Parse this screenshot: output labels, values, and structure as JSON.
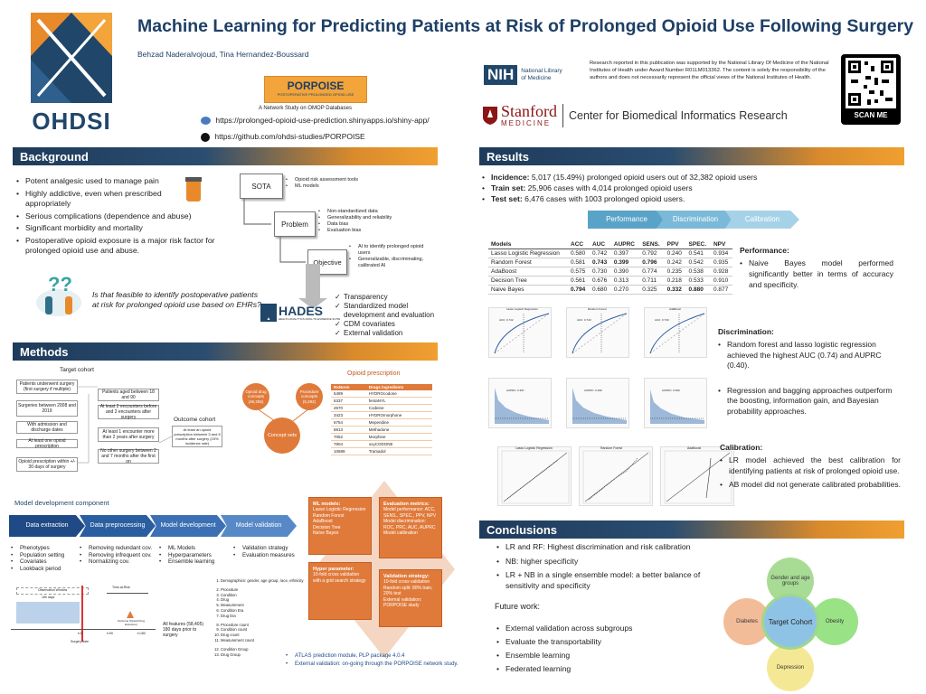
{
  "title": "Machine Learning for Predicting Patients at Risk of Prolonged Opioid Use Following Surgery",
  "authors": "Behzad Naderalvojoud, Tina Hernandez-Boussard",
  "logo_text": "OHDSI",
  "porpoise": {
    "name": "PORPOISE",
    "sub": "POSTOPERATIVE PROLONGED OPIOID USE",
    "caption": "A Network Study on OMOP Databases",
    "url1": "https://prolonged-opioid-use-prediction.shinyapps.io/shiny-app/",
    "url2": "https://github.com/ohdsi-studies/PORPOISE"
  },
  "nih": {
    "abbr": "NIH",
    "name1": "National Library",
    "name2": "of Medicine"
  },
  "funding": "Research reported in this publication was supported by the National Library Of Medicine of the National Institutes of Health under Award Number R01LM013362. The content is solely the responsibility of the authors and does not necessarily represent the official views of the National Institutes of Health.",
  "scan": "SCAN ME",
  "stanford": {
    "name": "Stanford",
    "medicine": "MEDICINE",
    "center": "Center for Biomedical Informatics Research"
  },
  "background": {
    "heading": "Background",
    "bullets": [
      "Potent analgesic used to manage pain",
      "Highly addictive, even when prescribed appropriately",
      "Serious complications (dependence and abuse)",
      "Significant morbidity and mortality",
      "Postoperative opioid exposure is a major risk factor for prolonged opioid use and abuse."
    ],
    "sota": "SOTA",
    "sota_items": [
      "Opioid risk assessment tools",
      "ML models"
    ],
    "problem": "Problem",
    "problem_items": [
      "Non-standardized data",
      "Generalizability and reliability",
      "Data bias",
      "Evaluation bias"
    ],
    "objective": "Objective",
    "objective_items": [
      "AI to identify prolonged opioid users",
      "Generalizable, discriminating, calibrated AI"
    ],
    "question": "Is that feasible to identify postoperative patients at risk for prolonged opioid use based on EHRs?",
    "hades": "HADES",
    "hades_sub": "HEALTH ANALYTICS DATA-TO-EVIDENCE SUITE",
    "checks": [
      "Transparency",
      "Standardized model development and evaluation",
      "CDM covariates",
      "External validation"
    ]
  },
  "methods": {
    "heading": "Methods",
    "target_cohort": "Target cohort",
    "tc": [
      "Patients underwent surgery (first surgery if multiple)",
      "Surgeries between 2008 and 2019",
      "With admission and discharge dates",
      "At least one opioid prescription",
      "Opioid prescription within +/- 30 days of surgery"
    ],
    "tc2": [
      "Patients aged between 18 and 90",
      "At least 2 encounters before and 2 encounters after surgery",
      "At least 1 encounter more than 2 years after surgery",
      "No other surgery between 2 and 7 months after the first on"
    ],
    "outcome_cohort": "Outcome cohort",
    "outcome_box": "At least an opioid prescription between 3 and 6 months after surgery (15% incidence rate)",
    "opioid_drug": "Opioid drug concepts (46,255)",
    "procedure": "Procedure concepts (5,282)",
    "concept_sets": "Concept sets",
    "opioid_title": "Opioid prescription",
    "opioid_table": {
      "headers": [
        "RxNorm",
        "Drugs ingredients"
      ],
      "rows": [
        [
          "5489",
          "HYDROcodone"
        ],
        [
          "6337",
          "fentaNYL"
        ],
        [
          "2670",
          "Codeine"
        ],
        [
          "3423",
          "HYDROmorphone"
        ],
        [
          "6754",
          "Meperidine"
        ],
        [
          "6813",
          "Methadone"
        ],
        [
          "7052",
          "Morphine"
        ],
        [
          "7804",
          "oxyCODONE"
        ],
        [
          "10689",
          "Tramadol"
        ]
      ]
    },
    "mdc_title": "Model development component",
    "steps": [
      "Data extraction",
      "Data preprocessing",
      "Model development",
      "Model validation"
    ],
    "step_items": [
      [
        "Phenotypes",
        "Population setting",
        "Covariates",
        "Lookback period"
      ],
      [
        "Removing redundant cov.",
        "Removing infrequent cov.",
        "Normalizing cov."
      ],
      [
        "ML Models",
        "Hyperparameters",
        "Ensemble learning"
      ],
      [
        "Validation strategy",
        "Evaluation measures"
      ]
    ],
    "timeline": {
      "obs": "Observation Window",
      "days": "180 days",
      "tar": "Time-at-Risk",
      "t0": "t=0",
      "t90": "t=90",
      "t180": "t=180",
      "surgery": "Surgery date",
      "outcome": "Outcome (Opioid Drug Exposure)"
    },
    "features_title": "All features (58,405) 180 days prior to surgery",
    "features": [
      "Demographics: gender, age group, race, ethnicity",
      "Procedure",
      "Condition",
      "Drug",
      "Measurement",
      "Condition Era",
      "Drug Era",
      "Procedure count",
      "Condition count",
      "Drug count",
      "Measurement count",
      "Condition Group",
      "Drug Group"
    ],
    "ml_models": {
      "title": "ML models:",
      "items": [
        "Lasso Logistic Regression",
        "Random Forest",
        "AdaBoost",
        "Decision Tree",
        "Naïve Bayes"
      ]
    },
    "eval": {
      "title": "Evaluation metrics:",
      "items": [
        "Model performance: ACC, SENS., SPEC., PPV, NPV",
        "Model discrimination: ROC, PRC, AUC, AUPRC",
        "Model calibration"
      ]
    },
    "hyper": {
      "title": "Hyper parameter:",
      "items": [
        "10-fold cross validation with a grid search strategy"
      ]
    },
    "valid": {
      "title": "Validation strategy:",
      "items": [
        "10-fold cross validation",
        "Random split: 80% train, 20% test",
        "External validation: PORPOISE study"
      ]
    },
    "atlas": [
      "ATLAS prediction module, PLP package 4.0.4",
      "External validation: on-going through the PORPOISE network study."
    ]
  },
  "results": {
    "heading": "Results",
    "incidence_l": "Incidence:",
    "incidence": " 5,017 (15.49%) prolonged opioid users out of 32,382 opioid users",
    "train_l": "Train set:",
    "train": " 25,906 cases with 4,014 prolonged opioid users",
    "test_l": "Test set:",
    "test": " 6,476 cases with 1003 prolonged opioid users.",
    "tabs": [
      "Performance",
      "Discrimination",
      "Calibration"
    ],
    "table": {
      "headers": [
        "Models",
        "ACC",
        "AUC",
        "AUPRC",
        "SENS.",
        "PPV",
        "SPEC.",
        "NPV"
      ],
      "rows": [
        [
          "Lasso Logistic Regression",
          "0.580",
          "0.742",
          "0.397",
          "0.792",
          "0.240",
          "0.541",
          "0.934"
        ],
        [
          "Random Forest",
          "0.581",
          "0.743",
          "0.399",
          "0.796",
          "0.242",
          "0.542",
          "0.935"
        ],
        [
          "AdaBoost",
          "0.575",
          "0.730",
          "0.390",
          "0.774",
          "0.235",
          "0.538",
          "0.928"
        ],
        [
          "Decision Tree",
          "0.561",
          "0.676",
          "0.313",
          "0.711",
          "0.218",
          "0.533",
          "0.910"
        ],
        [
          "Naive Bayes",
          "0.794",
          "0.680",
          "0.270",
          "0.325",
          "0.332",
          "0.880",
          "0.877"
        ]
      ]
    },
    "perf_title": "Performance:",
    "perf": "Naive Bayes model performed significantly better in terms of accuracy and specificity.",
    "disc_title": "Discrimination:",
    "disc": [
      "Random forest and lasso logistic regression achieved the highest AUC (0.74) and AUPRC (0.40).",
      "Regression and bagging approaches outperform the boosting, information gain, and Bayesian probability approaches."
    ],
    "cal_title": "Calibration:",
    "cal": [
      "LR model achieved the best calibration for identifying patients at risk of prolonged opioid use.",
      "AB model did not generate calibrated probabilities."
    ],
    "roc_titles": [
      "Lasso Logistic Regression",
      "Random Forest",
      "AdaBoost"
    ],
    "roc_auc": [
      "AUC: 0.742",
      "AUC: 0.743",
      "AUC: 0.730"
    ],
    "prc_auc": [
      "AUPRC: 0.397",
      "AUPRC: 0.399",
      "AUPRC: 0.390"
    ]
  },
  "conclusions": {
    "heading": "Conclusions",
    "items": [
      "LR and RF:  Highest discrimination and risk calibration",
      "NB: higher specificity",
      "LR + NB in a single ensemble model: a better balance of sensitivity and specificity"
    ],
    "future_title": "Future work:",
    "future": [
      "External validation across subgroups",
      "Evaluate the transportability",
      "Ensemble learning",
      "Federated learning"
    ],
    "venn": {
      "center": "Target Cohort",
      "top": "Gender and age groups",
      "right": "Obesity",
      "bottom": "Depression",
      "left": "Diabetes"
    }
  }
}
